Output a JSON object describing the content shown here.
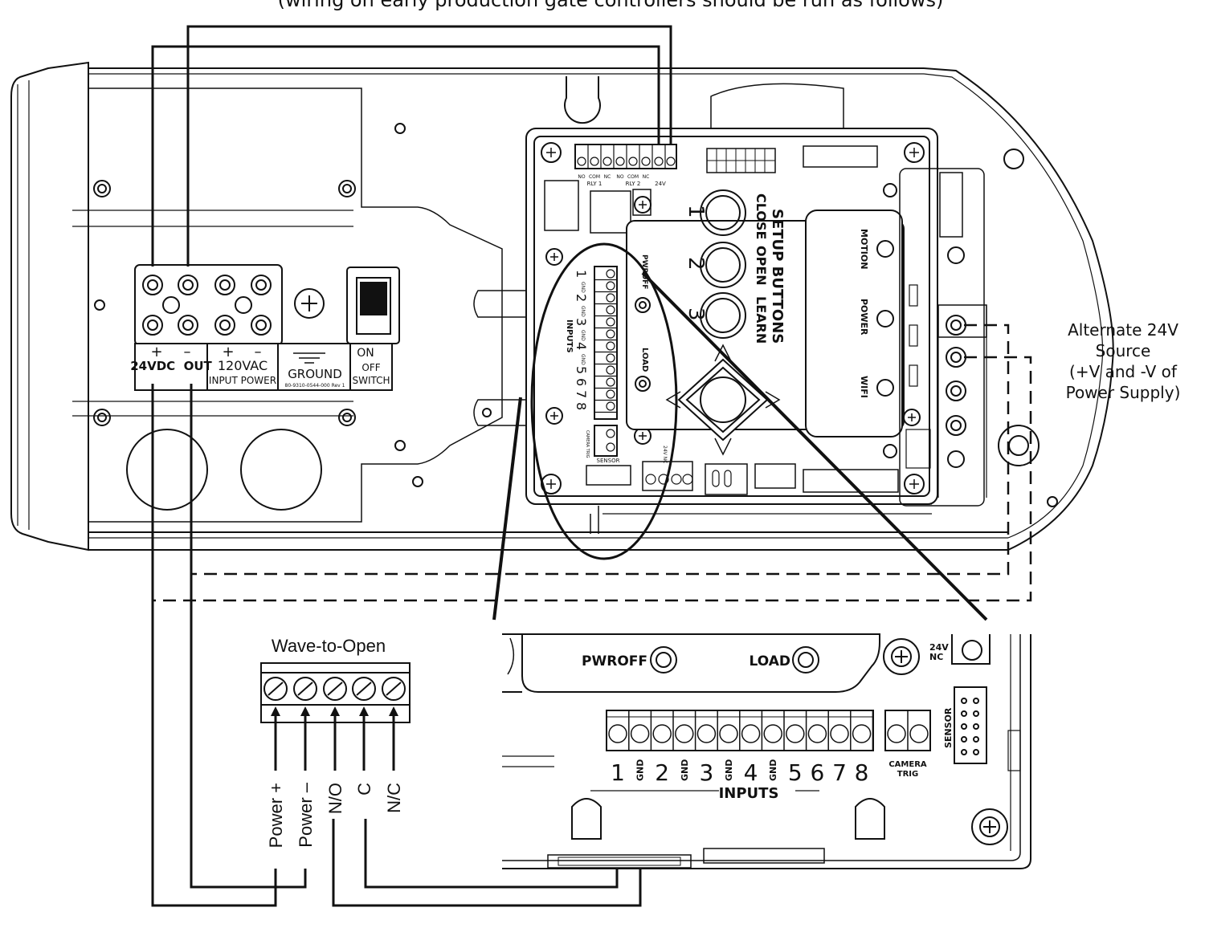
{
  "colors": {
    "line": "#111111",
    "paper": "#ffffff"
  },
  "top_caption": "(wiring on early production gate controllers should be run as follows)",
  "terminal_strip": {
    "pos_sign": "+",
    "neg_sign": "–",
    "dc_out": "24VDC  OUT",
    "ac_in_line1": "120VAC",
    "ac_in_line2": "INPUT POWER",
    "ground": "GROUND",
    "part_no": "80-9310-0544-000  Rev 1",
    "switch_on": "ON",
    "switch_off": "OFF",
    "switch_label": "SWITCH"
  },
  "board": {
    "rly1_terms": [
      "NO",
      "COM",
      "NC"
    ],
    "rly2_terms": [
      "NO",
      "COM",
      "NC"
    ],
    "rly1": "RLY 1",
    "rly2": "RLY 2",
    "v24": "24V",
    "setup_title": "SETUP BUTTONS",
    "btn_numbers": [
      "1",
      "2",
      "3"
    ],
    "btn_names": [
      "CLOSE",
      "OPEN",
      "LEARN"
    ],
    "status": [
      "MOTION",
      "POWER",
      "WIFI"
    ],
    "pwroff": "PWROFF",
    "load": "LOAD",
    "input_numbers": [
      "1",
      "GND",
      "2",
      "GND",
      "3",
      "GND",
      "4",
      "GND",
      "5",
      "6",
      "7",
      "8"
    ],
    "inputs_label": "INPUTS",
    "camera_trig": "CAMERA TRIG",
    "sensor": "SENSOR",
    "nc24": "24V NC"
  },
  "alt_source": {
    "line1": "Alternate 24V",
    "line2": "Source",
    "line3": "(+V and -V of",
    "line4": "Power Supply)"
  },
  "wave": {
    "title": "Wave-to-Open",
    "terminals": [
      "Power +",
      "Power –",
      "N/O",
      "C",
      "N/C"
    ]
  },
  "zoom": {
    "pwroff": "PWROFF",
    "load": "LOAD",
    "nc_line1": "24V",
    "nc_line2": "NC",
    "input_numbers": [
      "1",
      "GND",
      "2",
      "GND",
      "3",
      "GND",
      "4",
      "GND",
      "5",
      "6",
      "7",
      "8"
    ],
    "inputs_label": "INPUTS",
    "camera_line1": "CAMERA",
    "camera_line2": "TRIG",
    "sensor": "SENSOR"
  }
}
